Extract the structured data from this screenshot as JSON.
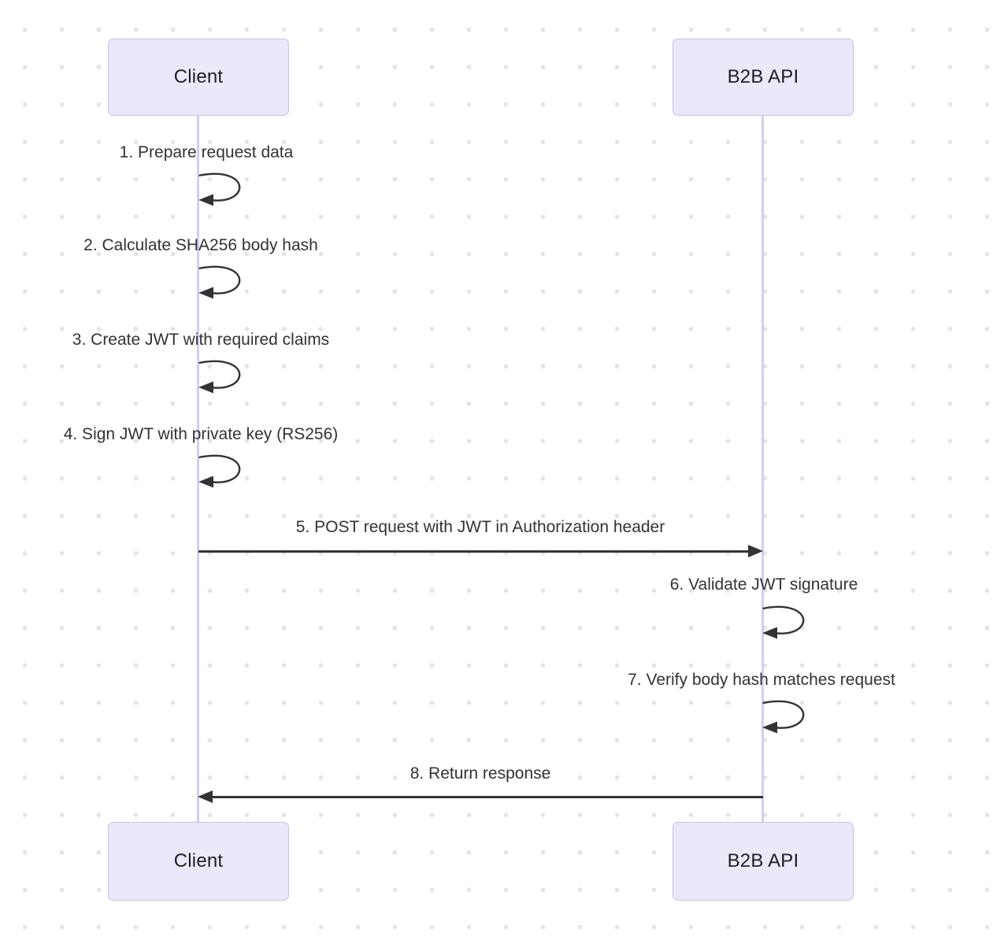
{
  "diagram": {
    "type": "sequence",
    "actors": [
      {
        "id": "client",
        "label": "Client"
      },
      {
        "id": "b2b_api",
        "label": "B2B API"
      }
    ],
    "messages": [
      {
        "num": 1,
        "from": "client",
        "to": "client",
        "kind": "self",
        "label": "1. Prepare request data"
      },
      {
        "num": 2,
        "from": "client",
        "to": "client",
        "kind": "self",
        "label": "2. Calculate SHA256 body hash"
      },
      {
        "num": 3,
        "from": "client",
        "to": "client",
        "kind": "self",
        "label": "3. Create JWT with required claims"
      },
      {
        "num": 4,
        "from": "client",
        "to": "client",
        "kind": "self",
        "label": "4. Sign JWT with private key (RS256)"
      },
      {
        "num": 5,
        "from": "client",
        "to": "b2b_api",
        "kind": "solid-arrow",
        "label": "5. POST request with JWT in Authorization header"
      },
      {
        "num": 6,
        "from": "b2b_api",
        "to": "b2b_api",
        "kind": "self",
        "label": "6. Validate JWT signature"
      },
      {
        "num": 7,
        "from": "b2b_api",
        "to": "b2b_api",
        "kind": "self",
        "label": "7. Verify body hash matches request"
      },
      {
        "num": 8,
        "from": "b2b_api",
        "to": "client",
        "kind": "solid-arrow",
        "label": "8. Return response"
      }
    ],
    "colors": {
      "actor_fill": "#EBE8FA",
      "actor_border": "#C9BDEE",
      "lifeline": "#D4CCF5",
      "arrow": "#333333",
      "text": "#333333",
      "background": "#FFFFFF",
      "grid_dot": "#E5E3E6"
    }
  }
}
